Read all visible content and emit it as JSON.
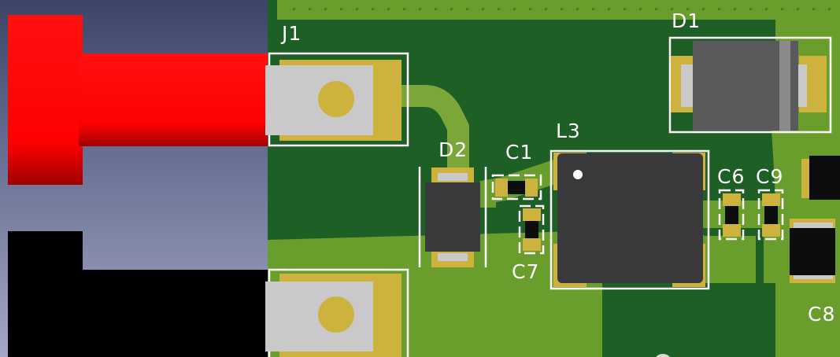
{
  "background": {
    "top": "#3c4468",
    "bottom": "#a3a7c8"
  },
  "colors": {
    "board_dark": "#1d5f25",
    "board_light": "#6a9e2c",
    "trace": "#7aa63a",
    "pad_gold": "#cdb33d",
    "silkscreen": "#ffffff",
    "component_body": "#3a3a3c",
    "diode_body": "#5a5a5c",
    "wire_red": "#ff0000",
    "wire_black": "#000000"
  },
  "components": [
    {
      "designator": "J1",
      "type": "connector"
    },
    {
      "designator": "D1",
      "type": "diode"
    },
    {
      "designator": "D2",
      "type": "diode"
    },
    {
      "designator": "L3",
      "type": "inductor"
    },
    {
      "designator": "C1",
      "type": "capacitor"
    },
    {
      "designator": "C6",
      "type": "capacitor"
    },
    {
      "designator": "C7",
      "type": "capacitor"
    },
    {
      "designator": "C8",
      "type": "capacitor"
    },
    {
      "designator": "C9",
      "type": "capacitor"
    }
  ]
}
